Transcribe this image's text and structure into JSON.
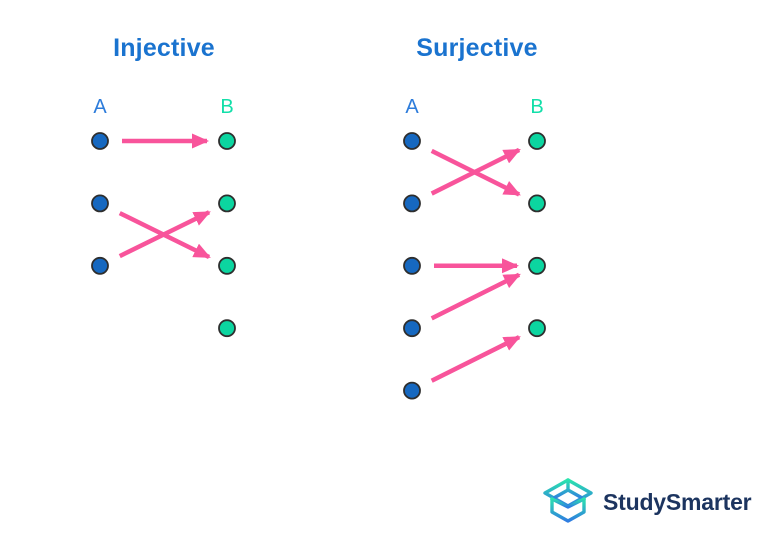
{
  "colors": {
    "title": "#1a73cf",
    "label_a": "#2d7cdb",
    "label_b": "#12dfa9",
    "dot_a_fill": "#1668c0",
    "dot_b_fill": "#0cd5a0",
    "dot_stroke": "#2e2e2e",
    "arrow": "#f8549b",
    "logo_text": "#1c345f",
    "logo_gradient_top": "#2be3ae",
    "logo_gradient_bottom": "#2f7de1"
  },
  "diagrams": [
    {
      "id": "injective",
      "title": "Injective",
      "column_a_label": "A",
      "column_b_label": "B",
      "a_count": 3,
      "b_count": 4,
      "mappings": [
        [
          1,
          1
        ],
        [
          2,
          3
        ],
        [
          3,
          2
        ]
      ]
    },
    {
      "id": "surjective",
      "title": "Surjective",
      "column_a_label": "A",
      "column_b_label": "B",
      "a_count": 5,
      "b_count": 4,
      "mappings": [
        [
          1,
          2
        ],
        [
          2,
          1
        ],
        [
          3,
          3
        ],
        [
          4,
          3
        ],
        [
          5,
          4
        ]
      ]
    }
  ],
  "logo": {
    "text": "StudySmarter"
  }
}
